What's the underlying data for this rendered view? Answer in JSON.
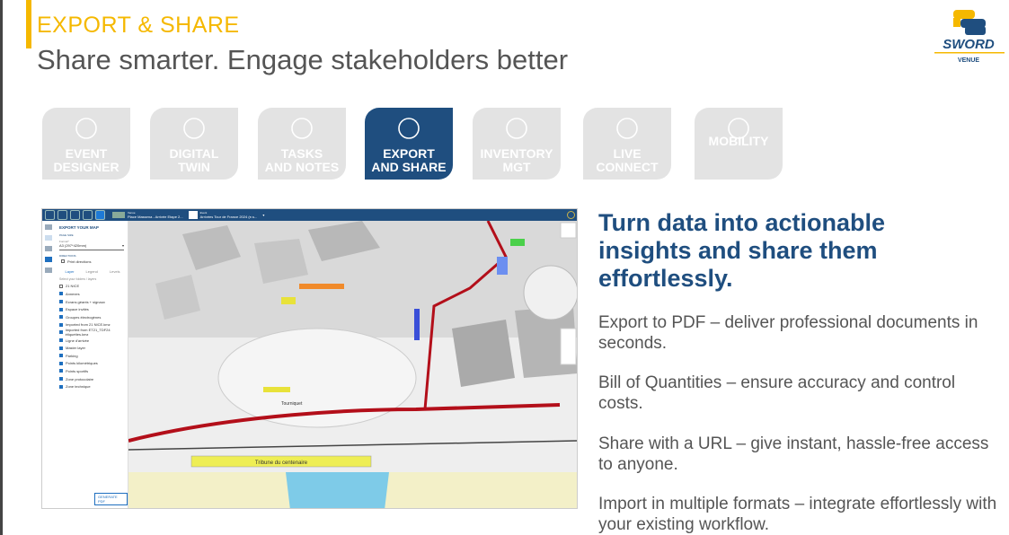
{
  "header": {
    "kicker": "EXPORT & SHARE",
    "title": "Share smarter. Engage stakeholders better"
  },
  "logo": {
    "name": "SWORD",
    "sub": "VENUE",
    "colors": {
      "blue": "#1f4e7f",
      "yellow": "#f5b800"
    }
  },
  "tiles": [
    {
      "label1": "EVENT",
      "label2": "DESIGNER",
      "icon": "pencil-ruler-icon",
      "active": false
    },
    {
      "label1": "DIGITAL",
      "label2": "TWIN",
      "icon": "cube-icon",
      "active": false
    },
    {
      "label1": "TASKS",
      "label2": "AND NOTES",
      "icon": "chat-icon",
      "active": false
    },
    {
      "label1": "EXPORT",
      "label2": "AND SHARE",
      "icon": "share-nodes-icon",
      "active": true
    },
    {
      "label1": "INVENTORY",
      "label2": "MGT",
      "icon": "chair-icon",
      "active": false
    },
    {
      "label1": "LIVE",
      "label2": "CONNECT",
      "icon": "iot-chip-icon",
      "active": false
    },
    {
      "label1": "MOBILITY",
      "label2": "",
      "icon": "route-pin-icon",
      "active": false
    }
  ],
  "app": {
    "venue_label": "Venue",
    "venue": "Place Massena - Arrivée Etape 2...",
    "event_label": "Event",
    "event": "Arrivées Tour de France 2024 (e.s...",
    "panel_title": "EXPORT YOUR MAP",
    "page_size": "PAGE SIZE",
    "format_label": "Format*",
    "format": "A3 (297*420mm)",
    "directions": "DIRECTIONS",
    "print_directions": "Print directions",
    "tabs": [
      "Layer",
      "Legend",
      "Levels"
    ],
    "select_hint": "Select your folders / layers",
    "layers": [
      {
        "name": "21 NICE",
        "checked": false
      },
      {
        "name": "Annexes",
        "checked": true
      },
      {
        "name": "Ecrans géants + signaux",
        "checked": true
      },
      {
        "name": "Espace invités",
        "checked": true
      },
      {
        "name": "Groupes électrogènes",
        "checked": true
      },
      {
        "name": "Imported from 21 NICE.kmz",
        "checked": true
      },
      {
        "name": "Imported from ET21_TDF24 étiquettes.kmz",
        "checked": true
      },
      {
        "name": "Ligne d'arrivée",
        "checked": true
      },
      {
        "name": "Master layer",
        "checked": true
      },
      {
        "name": "Parking",
        "checked": true
      },
      {
        "name": "Points kilométriques",
        "checked": true
      },
      {
        "name": "Points sportifs",
        "checked": true
      },
      {
        "name": "Zone protocolaire",
        "checked": true
      },
      {
        "name": "Zone technique",
        "checked": true
      }
    ],
    "generate": "GENERATE PDF",
    "map_labels": {
      "tribune": "Tribune du centenaire",
      "tourniquet": "Tourniquet"
    }
  },
  "content": {
    "heading": "Turn data into actionable insights and share them effortlessly.",
    "bullets": [
      "Export to PDF – deliver professional documents in seconds.",
      "Bill of Quantities – ensure accuracy and control costs.",
      "Share with a URL – give instant, hassle-free access to anyone.",
      "Import in multiple formats – integrate effortlessly with your existing workflow."
    ]
  }
}
